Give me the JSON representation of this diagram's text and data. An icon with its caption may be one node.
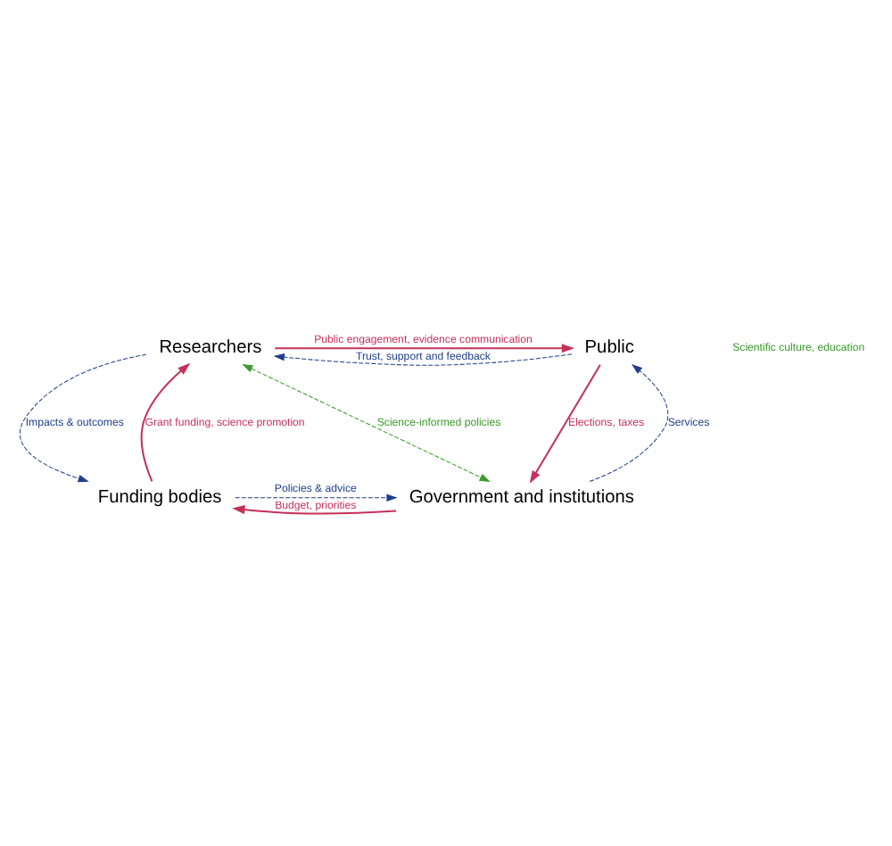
{
  "diagram": {
    "nodes": [
      {
        "text": [
          "Researchers"
        ]
      },
      {
        "text": [
          "Public"
        ]
      },
      {
        "text": [
          "Funding bodies"
        ]
      },
      {
        "text": [
          "Government and institutions"
        ]
      }
    ],
    "edges": [
      {
        "from": 0,
        "to": 1,
        "arrow": "to",
        "label": "Public engagement, evidence communication",
        "color": "#c4315a"
      },
      {
        "from": 1,
        "to": 0,
        "arrow": "to",
        "label": "Trust, support and feedback",
        "style": "dashed",
        "color": "#1f3f8a"
      },
      {
        "from": 1,
        "to": 3,
        "arrow": "to",
        "label": "Elections, taxes",
        "color": "#c4315a"
      },
      {
        "from": 3,
        "to": 1,
        "arrow": "to",
        "label": "Services",
        "style": "dashed",
        "color": "#1f3f8a"
      },
      {
        "from": 3,
        "to": 2,
        "arrow": "to",
        "label": "Budget, priorities",
        "color": "#c4315a"
      },
      {
        "from": 2,
        "to": 3,
        "arrow": "to",
        "label": "Policies & advice",
        "style": "dashed",
        "color": "#1f3f8a"
      },
      {
        "from": 2,
        "to": 0,
        "arrow": "to",
        "label": "Grant funding, science promotion",
        "color": "#c4315a"
      },
      {
        "from": 0,
        "to": 2,
        "arrow": "to",
        "label": "Impacts & outcomes",
        "style": "dashed",
        "color": "#1f3f8a"
      },
      {
        "from": 0,
        "to": 3,
        "arrow": "both",
        "label": "Science-informed policies",
        "style": "dashed",
        "color": "#3a9a2a"
      }
    ],
    "labels": [
      "Scientific culture, education"
    ]
  }
}
